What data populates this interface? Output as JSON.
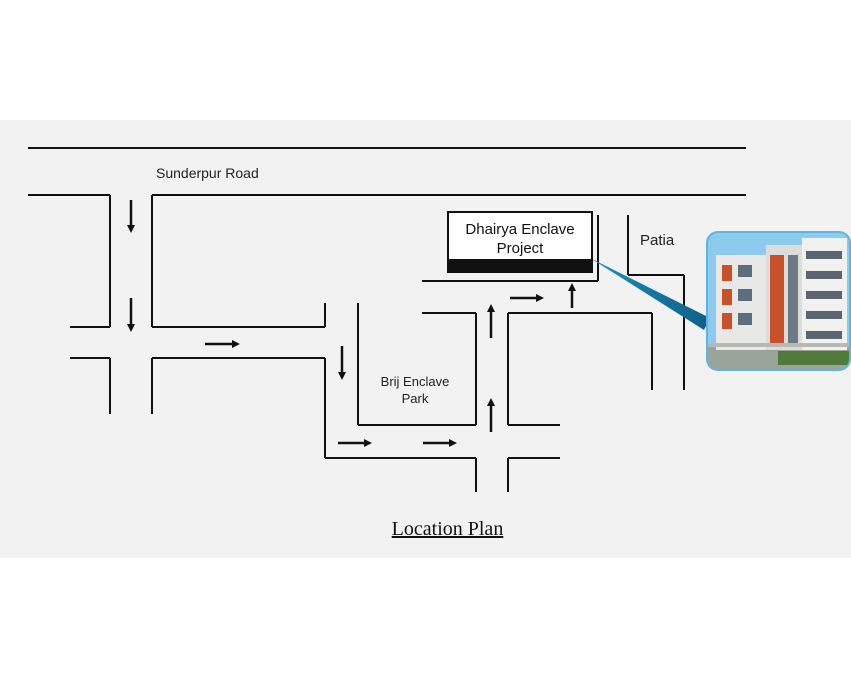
{
  "map": {
    "roads": {
      "top_road": "Sunderpur Road",
      "right_area": "Patia"
    },
    "landmark": "Brij Enclave\nPark",
    "project": {
      "name": "Dhairya Enclave\nProject"
    },
    "title": "Location Plan"
  },
  "colors": {
    "panel": "#f2f2f2",
    "road_line": "#111111",
    "pointer_blue": "#1f8fbf",
    "photo_sky": "#7fc3ea",
    "accent_orange": "#c8502a"
  },
  "icons": {
    "arrow": "arrow-icon",
    "building": "building-photo"
  }
}
